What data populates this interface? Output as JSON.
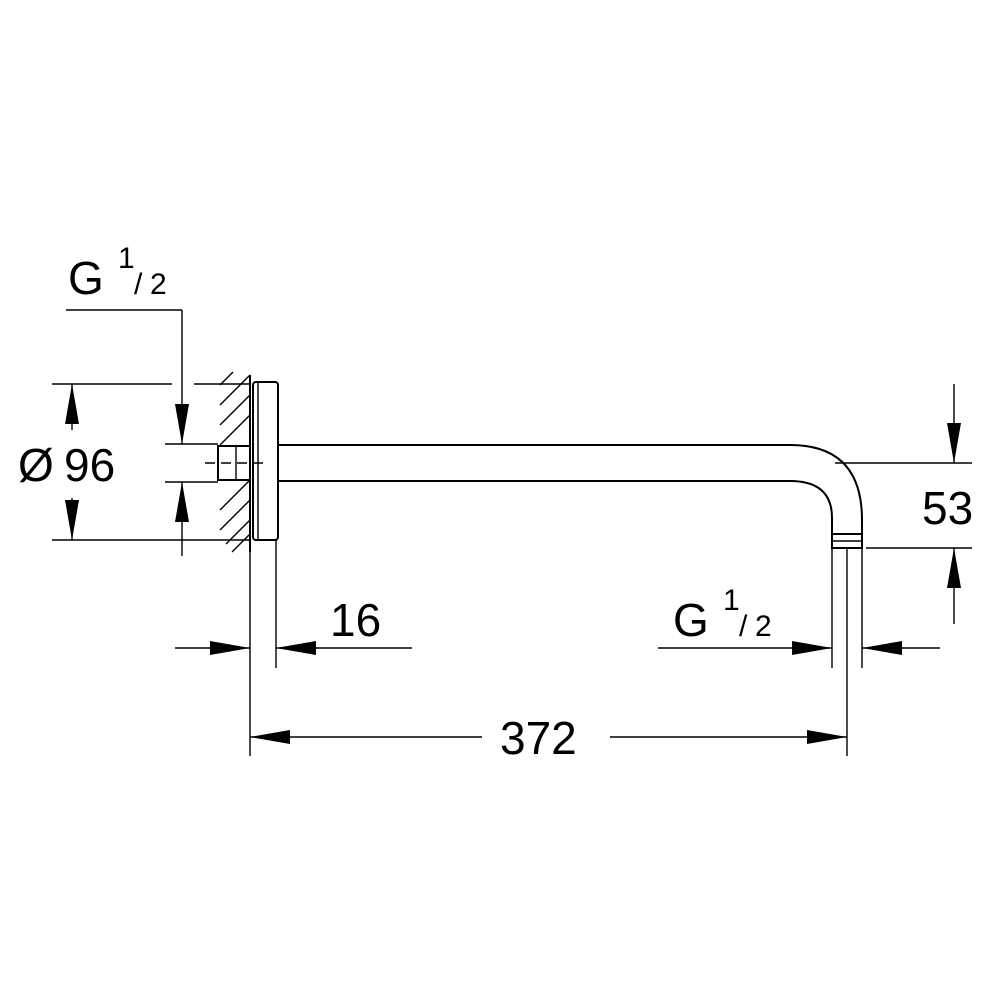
{
  "labels": {
    "thread_top": {
      "main": "G",
      "num": "1",
      "slash": "/",
      "den": "2"
    },
    "diameter": {
      "symbol": "Ø",
      "value": "96"
    },
    "depth": "16",
    "thread_bottom": {
      "main": "G",
      "num": "1",
      "slash": "/",
      "den": "2"
    },
    "length": "372",
    "drop": "53"
  }
}
